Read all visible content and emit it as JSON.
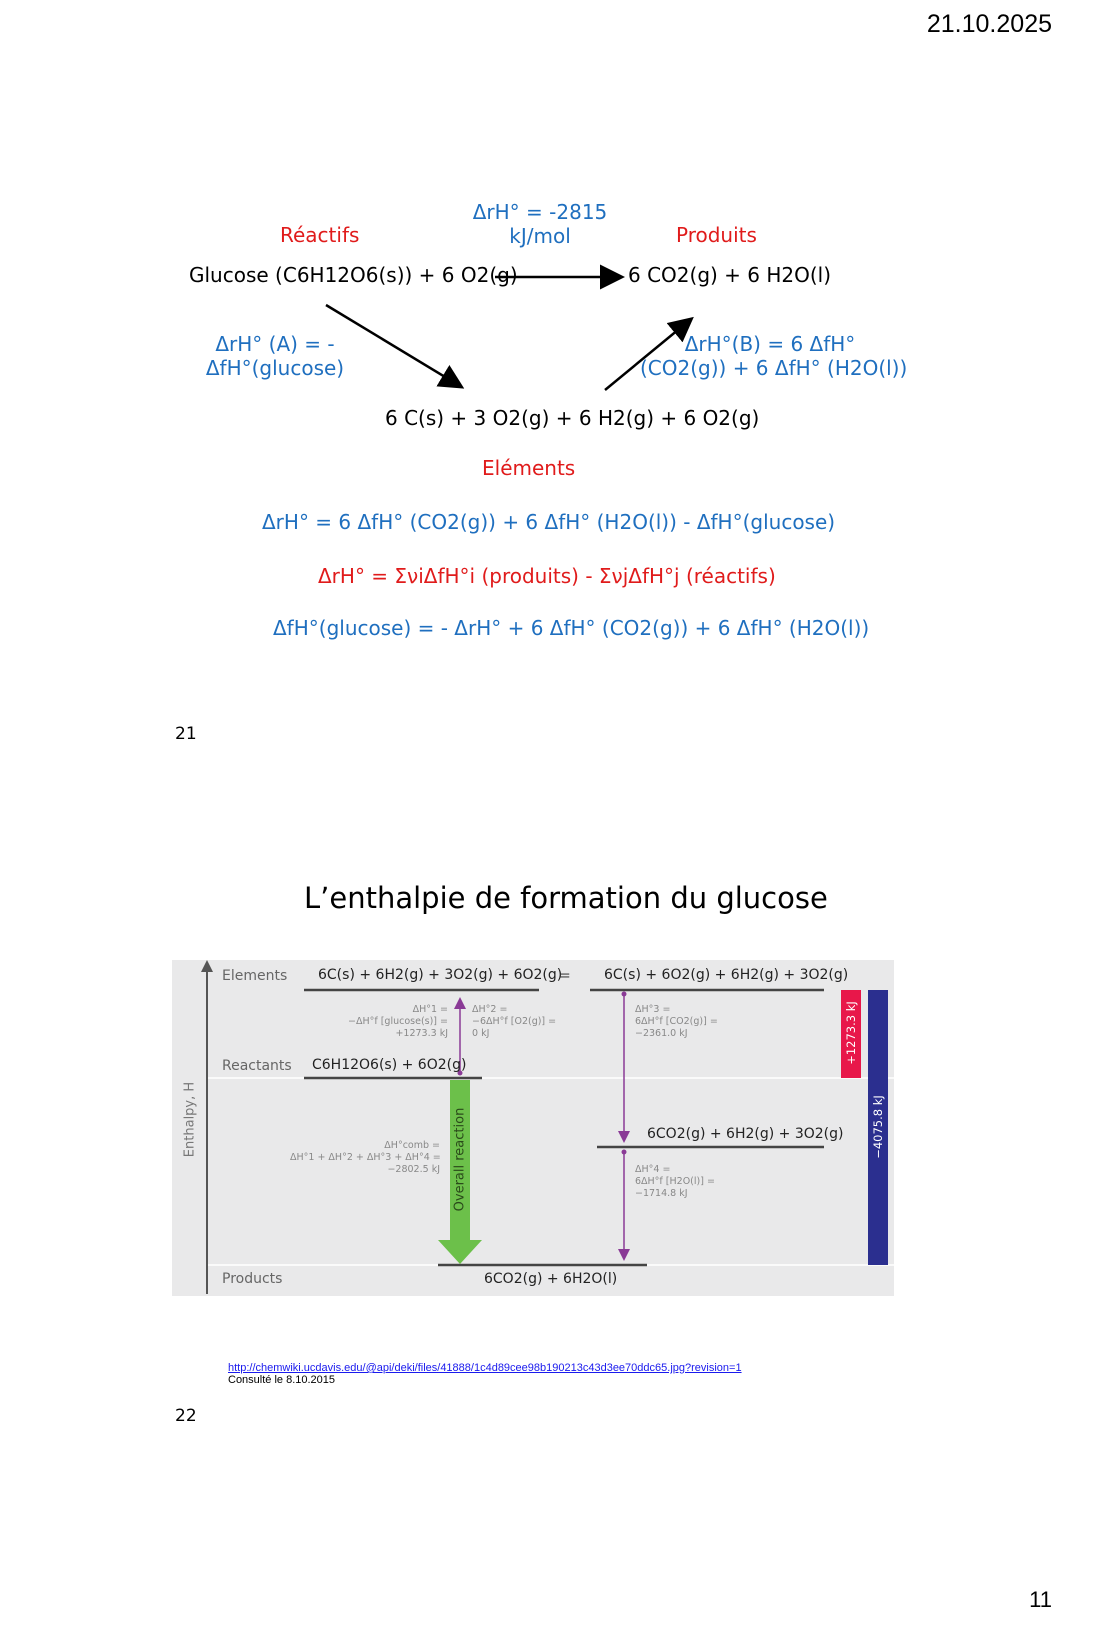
{
  "header": {
    "date": "21.10.2025"
  },
  "slide21": {
    "top_arrow_label_line1": "ΔrH° = -2815",
    "top_arrow_label_line2": "kJ/mol",
    "reactants_label": "Réactifs",
    "products_label": "Produits",
    "reaction_left": "Glucose (C6H12O6(s)) + 6 O2(g)",
    "reaction_right": "6 CO2(g) + 6 H2O(l)",
    "step_a_line1": "ΔrH° (A) = -",
    "step_a_line2": "ΔfH°(glucose)",
    "step_b_line1": "ΔrH°(B)  = 6 ΔfH°",
    "step_b_line2": "(CO2(g)) + 6 ΔfH° (H2O(l))",
    "elements_formula": "6 C(s) + 3 O2(g) + 6 H2(g) + 6 O2(g)",
    "elements_label": "Eléments",
    "eq1": "ΔrH° = 6 ΔfH° (CO2(g)) + 6 ΔfH° (H2O(l)) - ΔfH°(glucose)",
    "eq2": "ΔrH° = ΣνiΔfH°i (produits) - ΣνjΔfH°j (réactifs)",
    "eq3": "ΔfH°(glucose) = - ΔrH° + 6 ΔfH° (CO2(g)) + 6 ΔfH° (H2O(l))",
    "page_number": "21"
  },
  "slide22": {
    "title": "L’enthalpie de formation du glucose",
    "diagram": {
      "y_axis": "Enthalpy, H",
      "level_elements": "Elements",
      "level_reactants": "Reactants",
      "level_products": "Products",
      "elements_left": "6C(s) + 6H2(g) + 3O2(g) + 6O2(g)",
      "equals": "=",
      "elements_right": "6C(s) + 6O2(g) + 6H2(g) + 3O2(g)",
      "reactants_formula": "C6H12O6(s) + 6O2(g)",
      "intermediate_formula": "6CO2(g) + 6H2(g) + 3O2(g)",
      "products_formula": "6CO2(g) + 6H2O(l)",
      "dh1": [
        "ΔH°1 =",
        "−ΔH°f [glucose(s)] =",
        "+1273.3 kJ"
      ],
      "dh2": [
        "ΔH°2 =",
        "−6ΔH°f [O2(g)] =",
        "0 kJ"
      ],
      "dh3": [
        "ΔH°3 =",
        "6ΔH°f [CO2(g)] =",
        "−2361.0 kJ"
      ],
      "dh4": [
        "ΔH°4 =",
        "6ΔH°f [H2O(l)] =",
        "−1714.8 kJ"
      ],
      "dhcomb": [
        "ΔH°comb =",
        "ΔH°1 + ΔH°2 + ΔH°3 + ΔH°4 =",
        "−2802.5 kJ"
      ],
      "overall": "Overall reaction",
      "red_bar": "+1273.3 kJ",
      "blue_bar": "−4075.8 kJ",
      "colors": {
        "red": "#e8174a",
        "blue": "#2b2f8f",
        "green": "#6cc04a",
        "purple": "#8a3a96",
        "bg": "#e9e9ea"
      }
    },
    "source_url": "http://chemwiki.ucdavis.edu/@api/deki/files/41888/1c4d89cee98b190213c43d3ee70ddc65.jpg?revision=1",
    "source_date": "Consulté le 8.10.2015",
    "page_number": "22"
  },
  "footer": {
    "page": "11"
  }
}
